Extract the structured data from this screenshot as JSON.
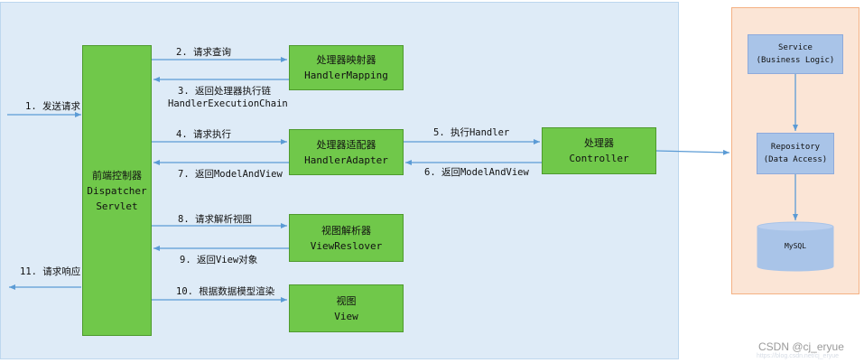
{
  "dispatcher": {
    "line1": "前端控制器",
    "line2": "Dispatcher",
    "line3": "Servlet"
  },
  "handler_mapping": {
    "line1": "处理器映射器",
    "line2": "HandlerMapping"
  },
  "handler_adapter": {
    "line1": "处理器适配器",
    "line2": "HandlerAdapter"
  },
  "controller": {
    "line1": "处理器",
    "line2": "Controller"
  },
  "view_resolver": {
    "line1": "视图解析器",
    "line2": "ViewReslover"
  },
  "view": {
    "line1": "视图",
    "line2": "View"
  },
  "service": {
    "line1": "Service",
    "line2": "(Business Logic)"
  },
  "repository": {
    "line1": "Repository",
    "line2": "(Data Access)"
  },
  "mysql": {
    "label": "MySQL"
  },
  "steps": {
    "s1": "1. 发送请求",
    "s2": "2. 请求查询",
    "s3a": "3. 返回处理器执行链",
    "s3b": "HandlerExecutionChain",
    "s4": "4. 请求执行",
    "s5": "5. 执行Handler",
    "s6": "6. 返回ModelAndView",
    "s7": "7. 返回ModelAndView",
    "s8": "8. 请求解析视图",
    "s9": "9. 返回View对象",
    "s10": "10. 根据数据模型渲染",
    "s11": "11. 请求响应"
  },
  "watermark": {
    "main": "CSDN @cj_eryue",
    "faint": "https://blog.csdn.net/cj_eryue"
  },
  "colors": {
    "panel": "#deebf7",
    "box": "#70c84a",
    "arrow": "#5b9bd5",
    "right_panel": "#fbe5d6",
    "blue_box": "#a9c4e8"
  }
}
